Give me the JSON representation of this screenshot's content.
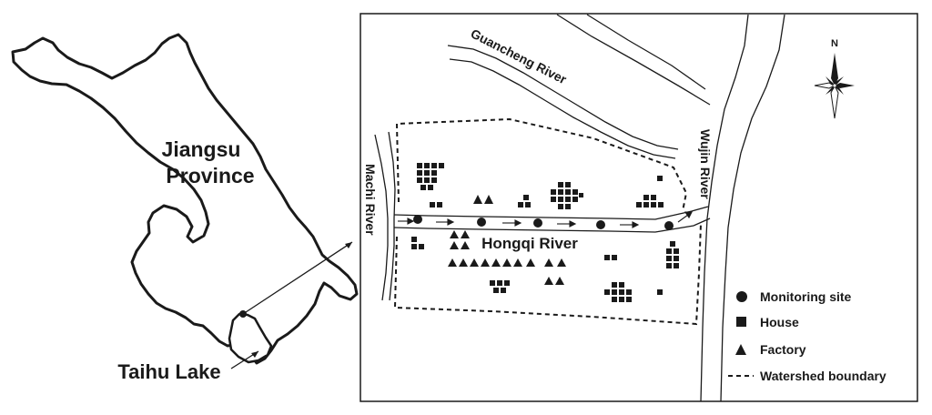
{
  "province": {
    "name_line1": "Jiangsu",
    "name_line2": "Province"
  },
  "lake": {
    "name": "Taihu Lake"
  },
  "rivers": {
    "guancheng": "Guancheng River",
    "machi": "Machi River",
    "wujin": "Wujin River",
    "hongqi": "Hongqi River"
  },
  "compass": {
    "north_label": "N"
  },
  "legend": {
    "monitoring_site": "Monitoring site",
    "house": "House",
    "factory": "Factory",
    "watershed": "Watershed boundary"
  },
  "colors": {
    "ink": "#1a1a1a",
    "background": "#ffffff"
  },
  "counts": {
    "monitoring_sites": 5
  }
}
